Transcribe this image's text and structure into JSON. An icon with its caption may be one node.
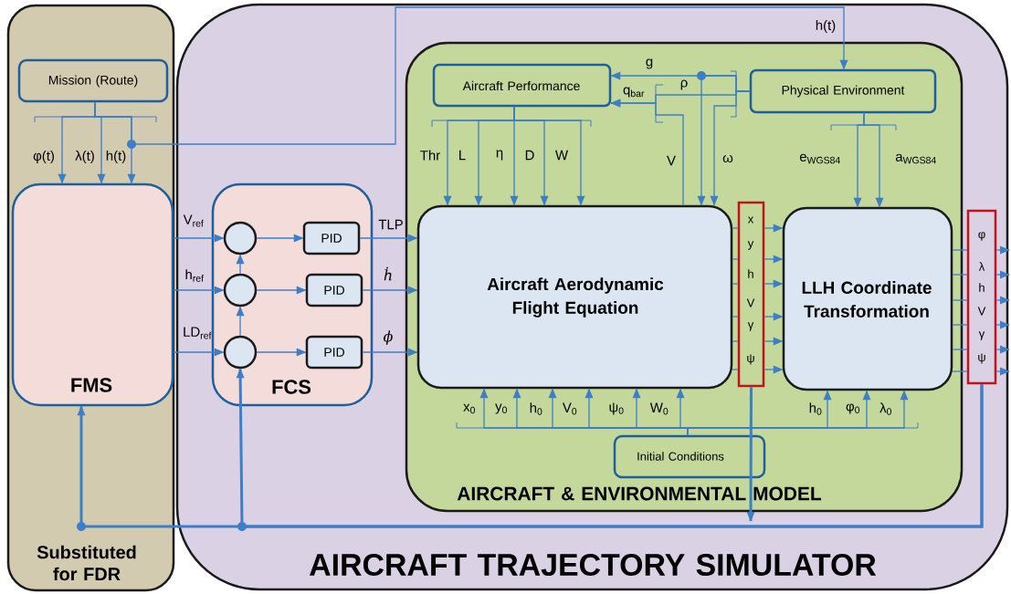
{
  "diagram": {
    "nodes": [
      {
        "text": [
          "Substituted for FDR"
        ]
      },
      {
        "text": [
          "Mission (Route)"
        ],
        "in": 0
      },
      {
        "text": [
          "FMS"
        ],
        "in": 0
      },
      {
        "text": [
          "AIRCRAFT TRAJECTORY SIMULATOR"
        ]
      },
      {
        "text": [
          "FCS"
        ],
        "in": 3
      },
      {
        "text": [],
        "shape": "circle",
        "in": 4
      },
      {
        "text": [],
        "shape": "circle",
        "in": 4
      },
      {
        "text": [],
        "shape": "circle",
        "in": 4
      },
      {
        "text": [
          "PID"
        ],
        "in": 4
      },
      {
        "text": [
          "PID"
        ],
        "in": 4
      },
      {
        "text": [
          "PID"
        ],
        "in": 4
      },
      {
        "text": [
          "AIRCRAFT & ENVIRONMENTAL MODEL"
        ],
        "in": 3
      },
      {
        "text": [
          "Aircraft Performance"
        ],
        "in": 11
      },
      {
        "text": [
          "Physical Environment"
        ],
        "in": 11
      },
      {
        "text": [
          "Aircraft Aerodynamic Flight Equation"
        ],
        "in": 11
      },
      {
        "text": [
          "LLH Coordinate Transformation"
        ],
        "in": 11
      },
      {
        "text": [
          "Initial Conditions"
        ],
        "in": 11
      },
      {
        "text": [
          "x",
          "y",
          "h",
          "V",
          "γ",
          "ψ"
        ],
        "in": 11
      },
      {
        "text": [
          "φ",
          "λ",
          "h",
          "V",
          "γ",
          "ψ"
        ],
        "in": 3
      }
    ],
    "edges": [
      {
        "from": 1,
        "to": 2,
        "arrow": "to",
        "label": "φ(t)"
      },
      {
        "from": 1,
        "to": 2,
        "arrow": "to",
        "label": "λ(t)"
      },
      {
        "from": 1,
        "to": 2,
        "arrow": "to",
        "label": "h(t)"
      },
      {
        "from": 1,
        "to": 13,
        "arrow": "to",
        "label": "h(t)"
      },
      {
        "from": 2,
        "to": 5,
        "arrow": "to",
        "label": "V$_{ref}$"
      },
      {
        "from": 2,
        "to": 6,
        "arrow": "to",
        "label": "h$_{ref}$"
      },
      {
        "from": 2,
        "to": 7,
        "arrow": "to",
        "label": "LD$_{ref}$"
      },
      {
        "from": 7,
        "to": 6,
        "arrow": "to"
      },
      {
        "from": 6,
        "to": 5,
        "arrow": "to"
      },
      {
        "from": 5,
        "to": 8,
        "arrow": "to"
      },
      {
        "from": 6,
        "to": 9,
        "arrow": "to"
      },
      {
        "from": 7,
        "to": 10,
        "arrow": "to"
      },
      {
        "from": 8,
        "to": 14,
        "arrow": "to",
        "label": "TLP"
      },
      {
        "from": 9,
        "to": 14,
        "arrow": "to",
        "label": "ḣ"
      },
      {
        "from": 10,
        "to": 14,
        "arrow": "to",
        "label": "ϕ"
      },
      {
        "from": 12,
        "to": 14,
        "arrow": "to",
        "label": "Thr"
      },
      {
        "from": 12,
        "to": 14,
        "arrow": "to",
        "label": "L"
      },
      {
        "from": 12,
        "to": 14,
        "arrow": "to",
        "label": "η"
      },
      {
        "from": 12,
        "to": 14,
        "arrow": "to",
        "label": "D"
      },
      {
        "from": 12,
        "to": 14,
        "arrow": "to",
        "label": "W"
      },
      {
        "from": 13,
        "to": 12,
        "arrow": "to",
        "label": "g"
      },
      {
        "from": 13,
        "to": 12,
        "arrow": "to",
        "label": "ρ"
      },
      {
        "from": 14,
        "to": 12,
        "arrow": "to",
        "label": "V"
      },
      {
        "from": 13,
        "to": 14,
        "arrow": "to"
      },
      {
        "from": 13,
        "to": 14,
        "arrow": "to",
        "label": "ω"
      },
      {
        "from": 13,
        "to": 15,
        "arrow": "to",
        "label": "e$_{WGS84}$"
      },
      {
        "from": 13,
        "to": 15,
        "arrow": "to",
        "label": "a$_{WGS84}$"
      },
      {
        "from": 14,
        "to": 17,
        "arrow": "none"
      },
      {
        "from": 14,
        "to": 17,
        "arrow": "none"
      },
      {
        "from": 14,
        "to": 17,
        "arrow": "none"
      },
      {
        "from": 14,
        "to": 17,
        "arrow": "none"
      },
      {
        "from": 14,
        "to": 17,
        "arrow": "none"
      },
      {
        "from": 14,
        "to": 17,
        "arrow": "none"
      },
      {
        "from": 17,
        "to": 15,
        "arrow": "to"
      },
      {
        "from": 17,
        "to": 15,
        "arrow": "to"
      },
      {
        "from": 17,
        "to": 15,
        "arrow": "to"
      },
      {
        "from": 17,
        "to": 15,
        "arrow": "to"
      },
      {
        "from": 17,
        "to": 15,
        "arrow": "to"
      },
      {
        "from": 17,
        "to": 15,
        "arrow": "to"
      },
      {
        "from": 15,
        "to": 18,
        "arrow": "none"
      },
      {
        "from": 15,
        "to": 18,
        "arrow": "none"
      },
      {
        "from": 15,
        "to": 18,
        "arrow": "none"
      },
      {
        "from": 15,
        "to": 18,
        "arrow": "none"
      },
      {
        "from": 15,
        "to": 18,
        "arrow": "none"
      },
      {
        "from": 15,
        "to": 18,
        "arrow": "none"
      },
      {
        "from": 18,
        "to": null,
        "arrow": "to"
      },
      {
        "from": 18,
        "to": null,
        "arrow": "to"
      },
      {
        "from": 18,
        "to": null,
        "arrow": "to"
      },
      {
        "from": 18,
        "to": null,
        "arrow": "to"
      },
      {
        "from": 18,
        "to": null,
        "arrow": "to"
      },
      {
        "from": 18,
        "to": null,
        "arrow": "to"
      },
      {
        "from": 16,
        "to": 14,
        "arrow": "to",
        "label": "x$_{0}$"
      },
      {
        "from": 16,
        "to": 14,
        "arrow": "to",
        "label": "y$_{0}$"
      },
      {
        "from": 16,
        "to": 14,
        "arrow": "to",
        "label": "h$_{0}$"
      },
      {
        "from": 16,
        "to": 14,
        "arrow": "to",
        "label": "V$_{0}$"
      },
      {
        "from": 16,
        "to": 14,
        "arrow": "to",
        "label": "ψ$_{0}$"
      },
      {
        "from": 16,
        "to": 14,
        "arrow": "to",
        "label": "W$_{0}$"
      },
      {
        "from": 16,
        "to": 15,
        "arrow": "to",
        "label": "h$_{0}$"
      },
      {
        "from": 16,
        "to": 15,
        "arrow": "to",
        "label": "φ$_{0}$"
      },
      {
        "from": 16,
        "to": 15,
        "arrow": "to",
        "label": "λ$_{0}$"
      },
      {
        "from": 17,
        "to": null,
        "arrow": "to",
        "style": "thick"
      },
      {
        "from": 18,
        "to": 2,
        "arrow": "to",
        "style": "thick"
      },
      {
        "from": 18,
        "to": 7,
        "arrow": "to",
        "style": "thick"
      }
    ],
    "labels": [
      "q$_{bar}$"
    ]
  }
}
